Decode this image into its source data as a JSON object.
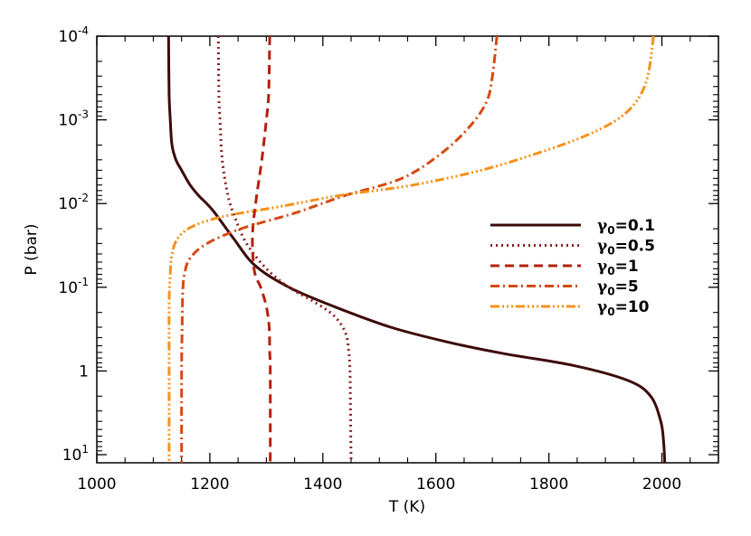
{
  "chart_data": {
    "type": "line",
    "xlabel": "T (K)",
    "ylabel": "P (bar)",
    "xlim": [
      1000,
      2100
    ],
    "ylim": [
      12.5,
      0.0001
    ],
    "y_scale": "log",
    "y_inverted": true,
    "grid": false,
    "legend_position": "right",
    "x_ticks": [
      {
        "value": 1000,
        "label": "1000"
      },
      {
        "value": 1200,
        "label": "1200"
      },
      {
        "value": 1400,
        "label": "1400"
      },
      {
        "value": 1600,
        "label": "1600"
      },
      {
        "value": 1800,
        "label": "1800"
      },
      {
        "value": 2000,
        "label": "2000"
      }
    ],
    "y_ticks": [
      {
        "value": 0.0001,
        "base": "10",
        "exp": "-4"
      },
      {
        "value": 0.001,
        "base": "10",
        "exp": "-3"
      },
      {
        "value": 0.01,
        "base": "10",
        "exp": "-2"
      },
      {
        "value": 0.1,
        "base": "10",
        "exp": "-1"
      },
      {
        "value": 1,
        "base": "1",
        "exp": ""
      },
      {
        "value": 10,
        "base": "10",
        "exp": "1"
      }
    ],
    "series": [
      {
        "name": "γ₀=0.1",
        "symbol": "γ",
        "sub": "0",
        "value_text": "=0.1",
        "color": "#3d0a0a",
        "dash": "solid",
        "points": [
          [
            1127,
            0.0001
          ],
          [
            1128,
            0.0005
          ],
          [
            1130,
            0.001
          ],
          [
            1133,
            0.002
          ],
          [
            1140,
            0.003
          ],
          [
            1150,
            0.004
          ],
          [
            1165,
            0.006
          ],
          [
            1180,
            0.008
          ],
          [
            1205,
            0.012
          ],
          [
            1240,
            0.025
          ],
          [
            1280,
            0.055
          ],
          [
            1340,
            0.1
          ],
          [
            1420,
            0.17
          ],
          [
            1520,
            0.3
          ],
          [
            1620,
            0.45
          ],
          [
            1720,
            0.62
          ],
          [
            1840,
            0.85
          ],
          [
            1940,
            1.3
          ],
          [
            1980,
            2
          ],
          [
            1998,
            4
          ],
          [
            2003,
            7
          ],
          [
            2005,
            12.5
          ]
        ]
      },
      {
        "name": "γ₀=0.5",
        "symbol": "γ",
        "sub": "0",
        "value_text": "=0.5",
        "color": "#8a2020",
        "dash": "dot",
        "points": [
          [
            1215,
            0.0001
          ],
          [
            1216,
            0.0005
          ],
          [
            1218,
            0.001
          ],
          [
            1222,
            0.003
          ],
          [
            1232,
            0.008
          ],
          [
            1245,
            0.015
          ],
          [
            1265,
            0.03
          ],
          [
            1300,
            0.06
          ],
          [
            1340,
            0.1
          ],
          [
            1385,
            0.15
          ],
          [
            1420,
            0.22
          ],
          [
            1440,
            0.35
          ],
          [
            1446,
            0.6
          ],
          [
            1448,
            1
          ],
          [
            1449,
            3
          ],
          [
            1450,
            12.5
          ]
        ]
      },
      {
        "name": "γ₀=1",
        "symbol": "γ",
        "sub": "0",
        "value_text": "=1",
        "color": "#b5200e",
        "dash": "dash",
        "points": [
          [
            1306,
            0.0001
          ],
          [
            1304,
            0.0005
          ],
          [
            1300,
            0.001
          ],
          [
            1292,
            0.003
          ],
          [
            1283,
            0.008
          ],
          [
            1276,
            0.02
          ],
          [
            1276,
            0.04
          ],
          [
            1280,
            0.07
          ],
          [
            1290,
            0.1
          ],
          [
            1300,
            0.17
          ],
          [
            1305,
            0.3
          ],
          [
            1306,
            0.6
          ],
          [
            1307,
            1
          ],
          [
            1307,
            12.5
          ]
        ]
      },
      {
        "name": "γ₀=5",
        "symbol": "γ",
        "sub": "0",
        "value_text": "=5",
        "color": "#d64a12",
        "dash": "dashdot",
        "points": [
          [
            1708,
            0.0001
          ],
          [
            1700,
            0.0003
          ],
          [
            1690,
            0.0006
          ],
          [
            1660,
            0.0012
          ],
          [
            1610,
            0.0025
          ],
          [
            1540,
            0.005
          ],
          [
            1440,
            0.008
          ],
          [
            1350,
            0.013
          ],
          [
            1255,
            0.02
          ],
          [
            1195,
            0.03
          ],
          [
            1165,
            0.045
          ],
          [
            1155,
            0.07
          ],
          [
            1152,
            0.12
          ],
          [
            1151,
            0.3
          ],
          [
            1150,
            1
          ],
          [
            1150,
            12.5
          ]
        ]
      },
      {
        "name": "γ₀=10",
        "symbol": "γ",
        "sub": "0",
        "value_text": "=10",
        "color": "#f5921a",
        "dash": "dash3dot",
        "points": [
          [
            1985,
            0.0001
          ],
          [
            1975,
            0.0003
          ],
          [
            1955,
            0.0006
          ],
          [
            1920,
            0.001
          ],
          [
            1860,
            0.0016
          ],
          [
            1780,
            0.0025
          ],
          [
            1680,
            0.004
          ],
          [
            1560,
            0.006
          ],
          [
            1430,
            0.008
          ],
          [
            1320,
            0.011
          ],
          [
            1230,
            0.014
          ],
          [
            1175,
            0.018
          ],
          [
            1145,
            0.025
          ],
          [
            1133,
            0.04
          ],
          [
            1130,
            0.07
          ],
          [
            1128,
            0.15
          ],
          [
            1128,
            1
          ],
          [
            1128,
            12.5
          ]
        ]
      }
    ]
  }
}
